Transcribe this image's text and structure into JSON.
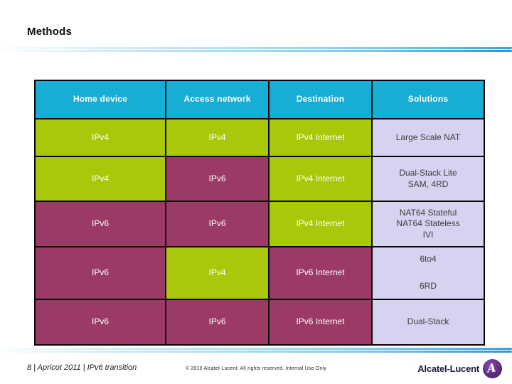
{
  "title": "Methods",
  "table": {
    "headers": [
      "Home device",
      "Access network",
      "Destination",
      "Solutions"
    ],
    "rows": [
      {
        "home": "IPv4",
        "access": "IPv4",
        "dest": "IPv4 Internet",
        "solutions": [
          "Large Scale NAT"
        ]
      },
      {
        "home": "IPv4",
        "access": "IPv6",
        "dest": "IPv4 Internet",
        "solutions": [
          "Dual-Stack Lite",
          "SAM, 4RD"
        ]
      },
      {
        "home": "IPv6",
        "access": "IPv6",
        "dest": "IPv4 Internet",
        "solutions": [
          "NAT64 Stateful",
          "NAT64 Stateless",
          "IVI"
        ]
      },
      {
        "home": "IPv6",
        "access": "IPv4",
        "dest": "IPv6 Internet",
        "solutions": [
          "6to4",
          "6RD"
        ]
      },
      {
        "home": "IPv6",
        "access": "IPv6",
        "dest": "IPv6 Internet",
        "solutions": [
          "Dual-Stack"
        ]
      }
    ]
  },
  "footer": {
    "page_info": "8 | Apricot 2011 | IPv6 transition",
    "copyright": "© 2010 Alcatel-Lucent. All rights reserved. Internal Use Only",
    "logo_text": "Alcatel-Lucent",
    "logo_letter": "A"
  },
  "colors": {
    "header_bg": "#17AED6",
    "ipv4_bg": "#A9C80A",
    "ipv6_bg": "#9C3A67",
    "solution_bg": "#D6D3F0",
    "logo_purple": "#5B2A7E"
  }
}
